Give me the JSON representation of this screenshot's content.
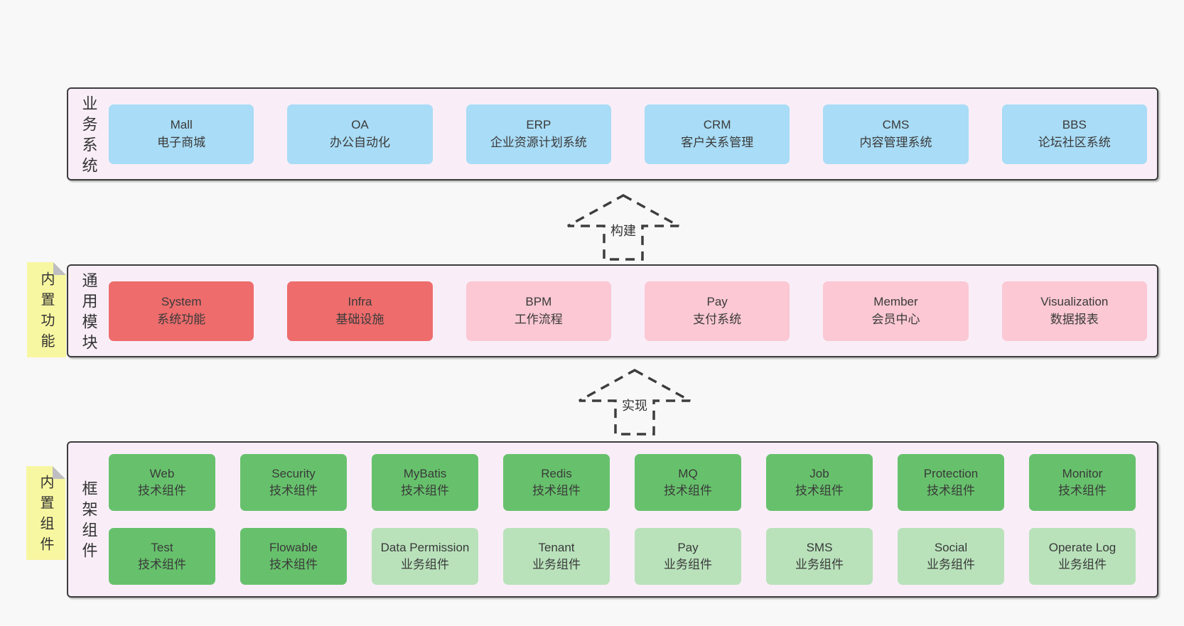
{
  "palette": {
    "page_bg": "#f8f8f8",
    "container_bg": "#f9eef7",
    "border_dark": "#3d3d3d",
    "blue": "#a9dcf6",
    "red": "#ee6c6c",
    "pink": "#fbc8d3",
    "green": "#67c16c",
    "lightgreen": "#b9e2bb",
    "note_yellow": "#f8f7a1",
    "note_fold": "#bdbdc2"
  },
  "notes": [
    {
      "label": "内置功能"
    },
    {
      "label": "内置组件"
    }
  ],
  "arrows": [
    {
      "label": "构建"
    },
    {
      "label": "实现"
    }
  ],
  "layers": [
    {
      "side_label": "业务系统",
      "boxes": [
        {
          "name": "Mall",
          "subtitle": "电子商城"
        },
        {
          "name": "OA",
          "subtitle": "办公自动化"
        },
        {
          "name": "ERP",
          "subtitle": "企业资源计划系统"
        },
        {
          "name": "CRM",
          "subtitle": "客户关系管理"
        },
        {
          "name": "CMS",
          "subtitle": "内容管理系统"
        },
        {
          "name": "BBS",
          "subtitle": "论坛社区系统"
        }
      ]
    },
    {
      "side_label": "通用模块",
      "boxes": [
        {
          "name": "System",
          "subtitle": "系统功能"
        },
        {
          "name": "Infra",
          "subtitle": "基础设施"
        },
        {
          "name": "BPM",
          "subtitle": "工作流程"
        },
        {
          "name": "Pay",
          "subtitle": "支付系统"
        },
        {
          "name": "Member",
          "subtitle": "会员中心"
        },
        {
          "name": "Visualization",
          "subtitle": "数据报表"
        }
      ]
    },
    {
      "side_label": "框架组件",
      "rows": [
        [
          {
            "name": "Web",
            "subtitle": "技术组件"
          },
          {
            "name": "Security",
            "subtitle": "技术组件"
          },
          {
            "name": "MyBatis",
            "subtitle": "技术组件"
          },
          {
            "name": "Redis",
            "subtitle": "技术组件"
          },
          {
            "name": "MQ",
            "subtitle": "技术组件"
          },
          {
            "name": "Job",
            "subtitle": "技术组件"
          },
          {
            "name": "Protection",
            "subtitle": "技术组件"
          },
          {
            "name": "Monitor",
            "subtitle": "技术组件"
          }
        ],
        [
          {
            "name": "Test",
            "subtitle": "技术组件"
          },
          {
            "name": "Flowable",
            "subtitle": "技术组件"
          },
          {
            "name": "Data Permission",
            "subtitle": "业务组件"
          },
          {
            "name": "Tenant",
            "subtitle": "业务组件"
          },
          {
            "name": "Pay",
            "subtitle": "业务组件"
          },
          {
            "name": "SMS",
            "subtitle": "业务组件"
          },
          {
            "name": "Social",
            "subtitle": "业务组件"
          },
          {
            "name": "Operate Log",
            "subtitle": "业务组件"
          }
        ]
      ]
    }
  ]
}
